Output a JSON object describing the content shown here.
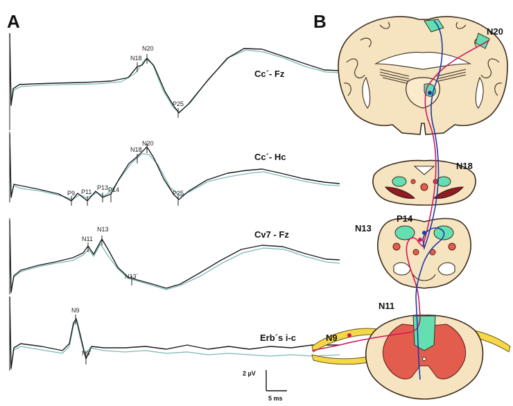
{
  "panel_a": {
    "letter": "A",
    "channels": [
      {
        "label": "Cc´- Fz",
        "peaks": [
          "N18",
          "N20",
          "P25"
        ]
      },
      {
        "label": "Cc´- Hc",
        "peaks": [
          "N18",
          "N20",
          "P9",
          "P11",
          "P13",
          "P14",
          "P25"
        ]
      },
      {
        "label": "Cv7 - Fz",
        "peaks": [
          "N11",
          "N13",
          "N13´"
        ]
      },
      {
        "label": "Erb´s i-c",
        "peaks": [
          "N9",
          "N9´"
        ]
      }
    ],
    "scale": {
      "amplitude": "2 µV",
      "time": "5 ms"
    }
  },
  "panel_b": {
    "letter": "B",
    "labels": {
      "n20": "N20",
      "n18": "N18",
      "n13": "N13",
      "p14": "P14",
      "n11": "N11",
      "n9": "N9"
    },
    "colors": {
      "pathway_blue": "#1a3aa8",
      "pathway_magenta": "#d0155a",
      "nucleus_green": "#64dfb2",
      "tissue": "#f6e3c0",
      "grey_matter_red": "#e35d4f"
    }
  }
}
